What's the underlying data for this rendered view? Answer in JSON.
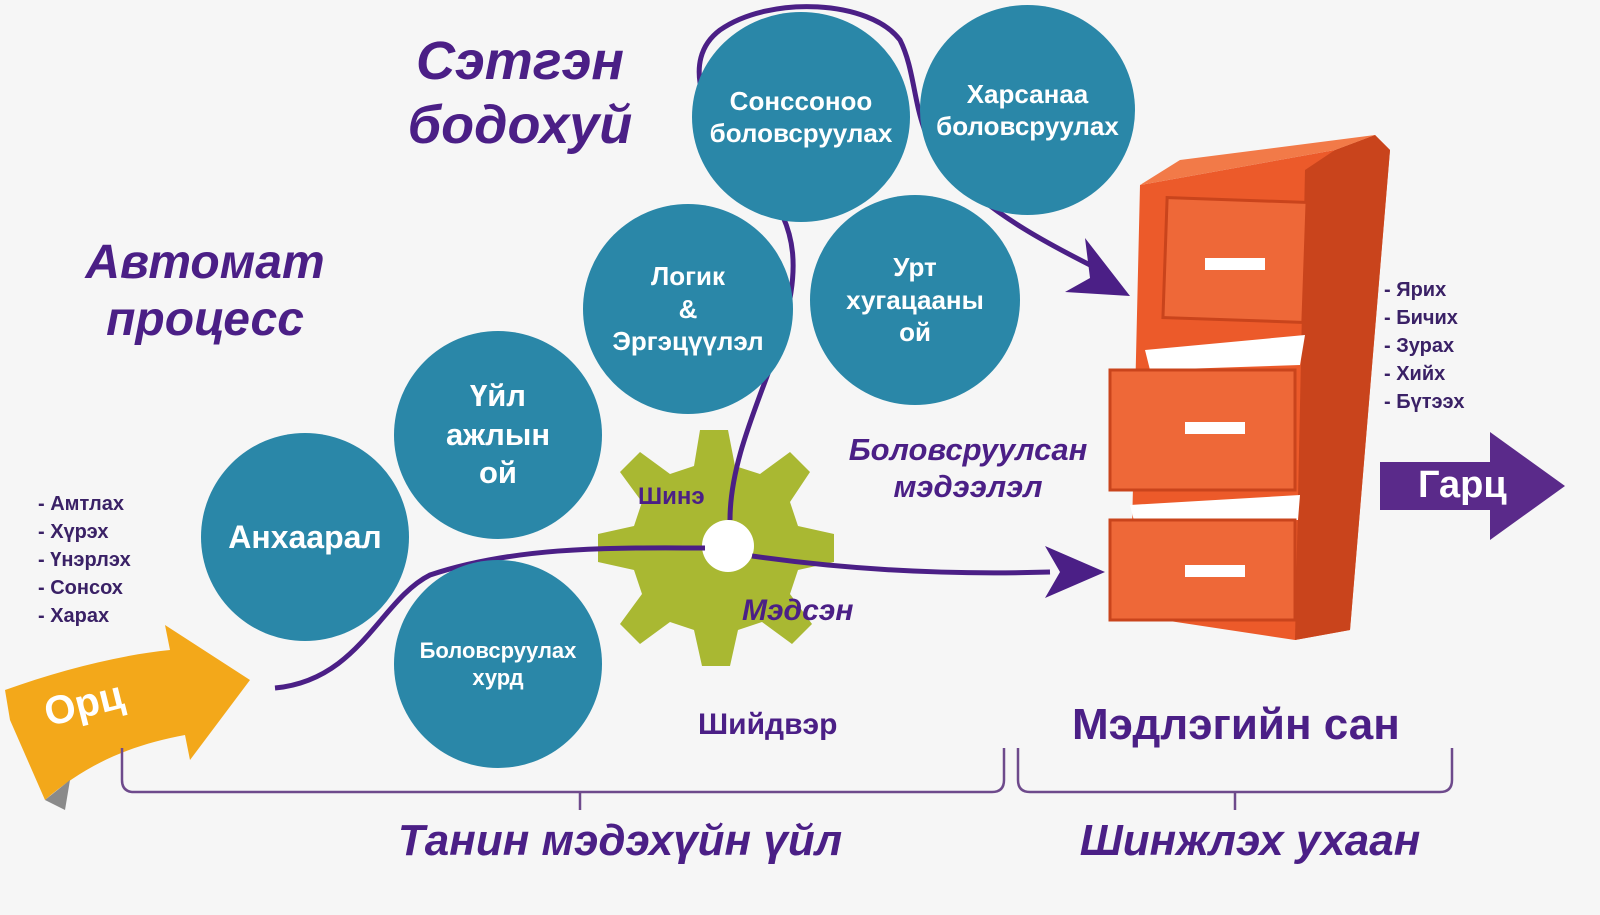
{
  "headings": {
    "automat": "Автомат процесс",
    "setgen": "Сэтгэн бодохуй",
    "processed": "Боловсруулсан мэдээлэл"
  },
  "circles": [
    {
      "id": "attention",
      "label": "Анхаарал"
    },
    {
      "id": "working_memory",
      "label": "Үйл\nажлын\nой"
    },
    {
      "id": "speed",
      "label": "Боловсруулах\nхурд"
    },
    {
      "id": "logic",
      "label": "Логик\n&\nЭргэцүүлэл"
    },
    {
      "id": "auditory",
      "label": "Сонссоноо\nболовсруулах"
    },
    {
      "id": "visual",
      "label": "Харсанаа\nболовсруулах"
    },
    {
      "id": "longterm",
      "label": "Урт\nхугацааны\nой"
    }
  ],
  "input": {
    "label": "Орц",
    "senses": [
      "- Амтлах",
      "- Хүрэх",
      "- Үнэрлэх",
      "- Сонсох",
      "- Харах"
    ]
  },
  "gear": {
    "new_label": "Шинэ",
    "known_label": "Мэдсэн"
  },
  "decision_label": "Шийдвэр",
  "knowledge_base_label": "Мэдлэгийн сан",
  "output": {
    "label": "Гарц",
    "actions": [
      "- Ярих",
      "- Бичих",
      "- Зурах",
      "- Хийх",
      "- Бүтээх"
    ]
  },
  "bottom": {
    "cognitive": "Танин мэдэхүйн үйл",
    "science": "Шинжлэх ухаан"
  },
  "colors": {
    "circle": "#2a87a8",
    "purple": "#4b1f86",
    "gear": "#a9b832",
    "cabinet": "#ec5a2a",
    "input_arrow": "#f3a81a",
    "output_arrow": "#5a2a8a"
  }
}
